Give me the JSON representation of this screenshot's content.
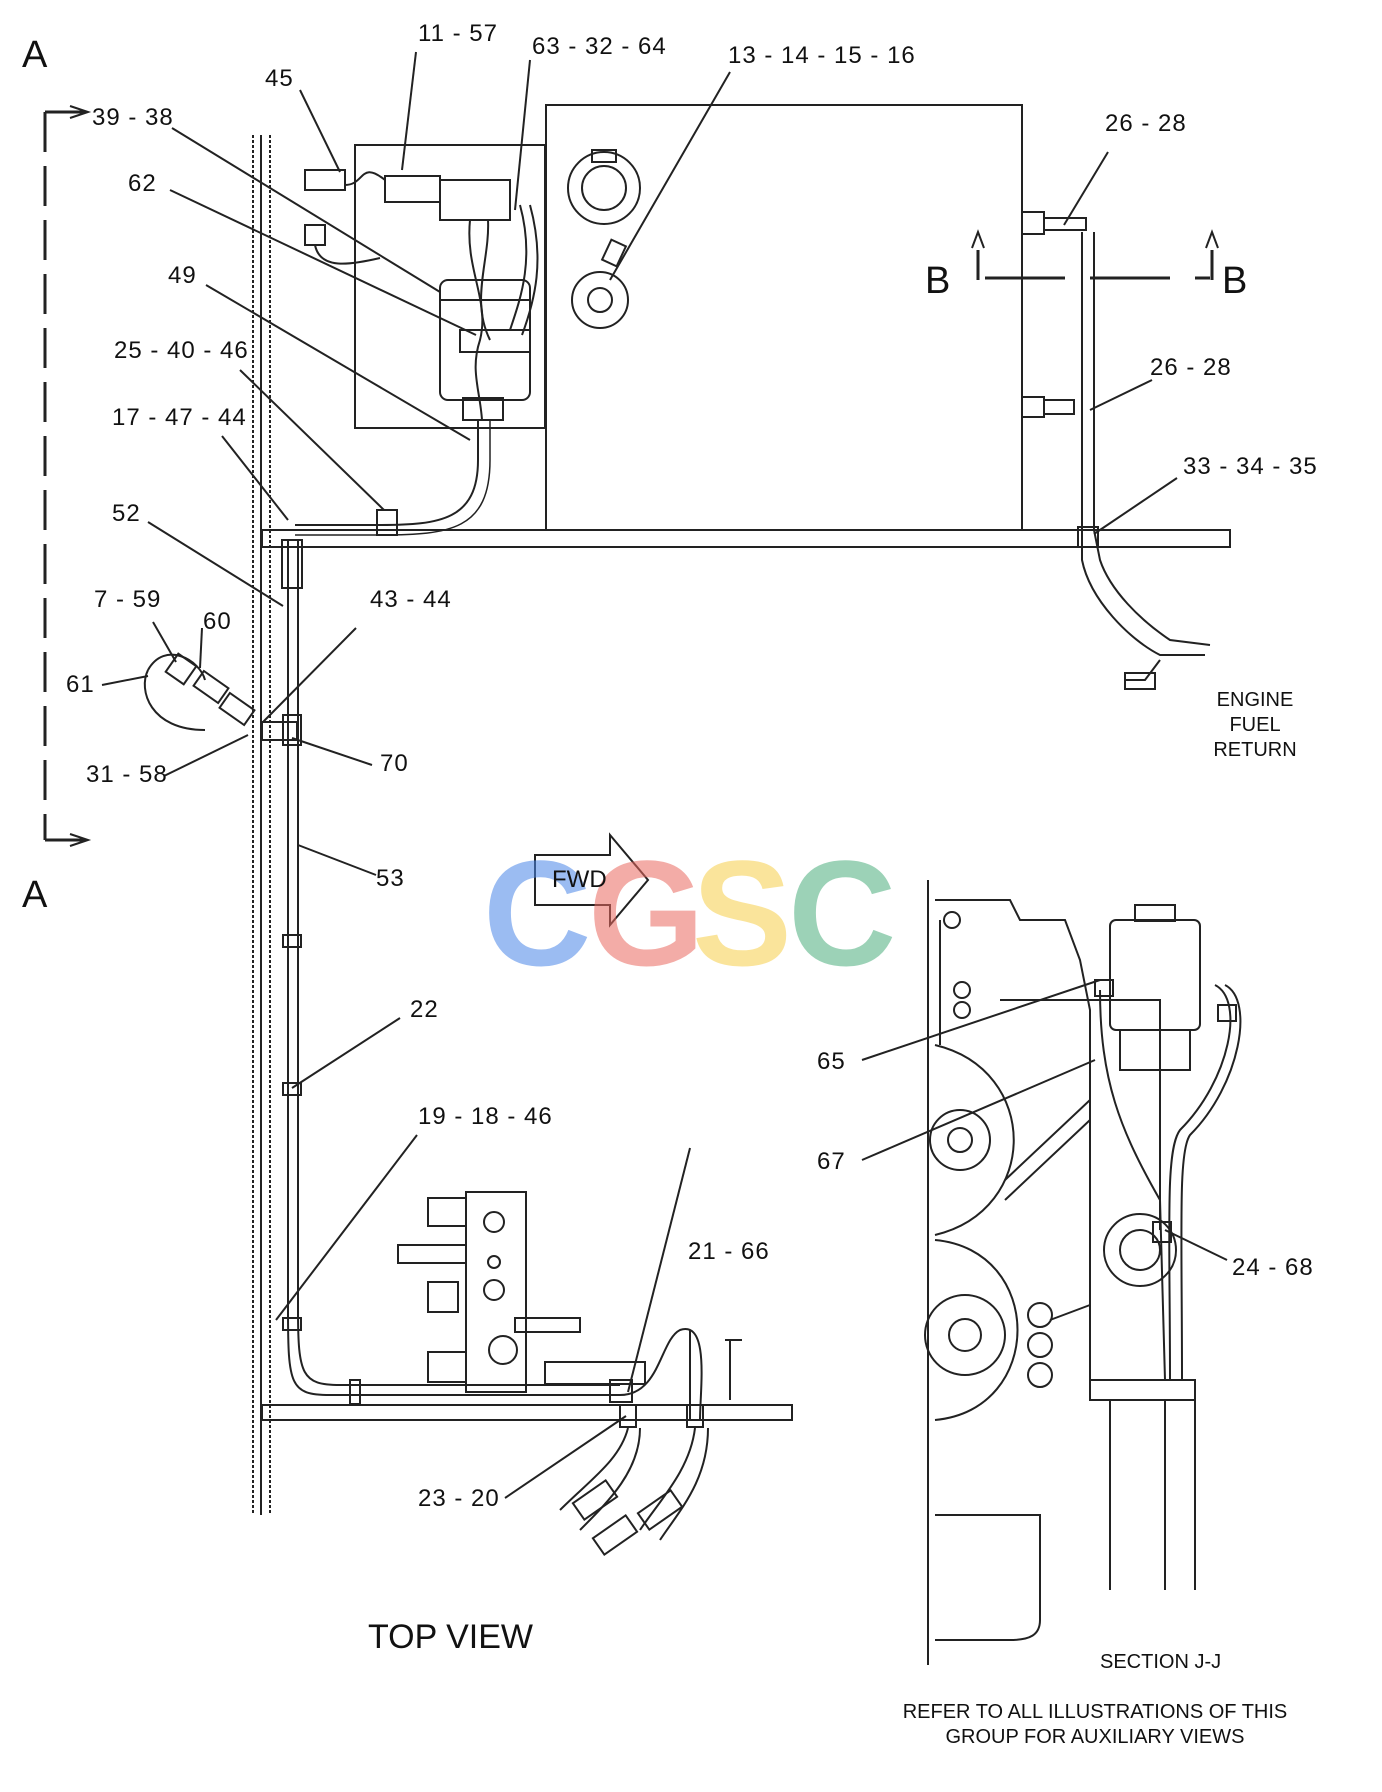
{
  "section_markers": {
    "a_top": "A",
    "a_bottom": "A",
    "b_left": "B",
    "b_right": "B"
  },
  "callouts": [
    "11 - 57",
    "63 - 32 - 64",
    "13 - 14 - 15 - 16",
    "45",
    "39 - 38",
    "62",
    "49",
    "25 - 40 - 46",
    "17 - 47 - 44",
    "52",
    "7 - 59",
    "60",
    "61",
    "43 - 44",
    "31 - 58",
    "70",
    "53",
    "22",
    "19 - 18 - 46",
    "21 - 66",
    "23 - 20",
    "26 - 28",
    "26 - 28",
    "33 - 34 - 35",
    "65",
    "67",
    "24 - 68"
  ],
  "engine_note": [
    "ENGINE",
    "FUEL",
    "RETURN"
  ],
  "fwd_label": "FWD",
  "top_view_label": "TOP VIEW",
  "section_label": "SECTION J-J",
  "refer_note": [
    "REFER TO ALL ILLUSTRATIONS OF THIS",
    "GROUP FOR AUXILIARY VIEWS"
  ],
  "watermark": {
    "letters": [
      "C",
      "G",
      "S",
      "C"
    ],
    "colors": [
      "#4a86e8",
      "#ea6a60",
      "#f7cf4a",
      "#4caf7d"
    ]
  }
}
